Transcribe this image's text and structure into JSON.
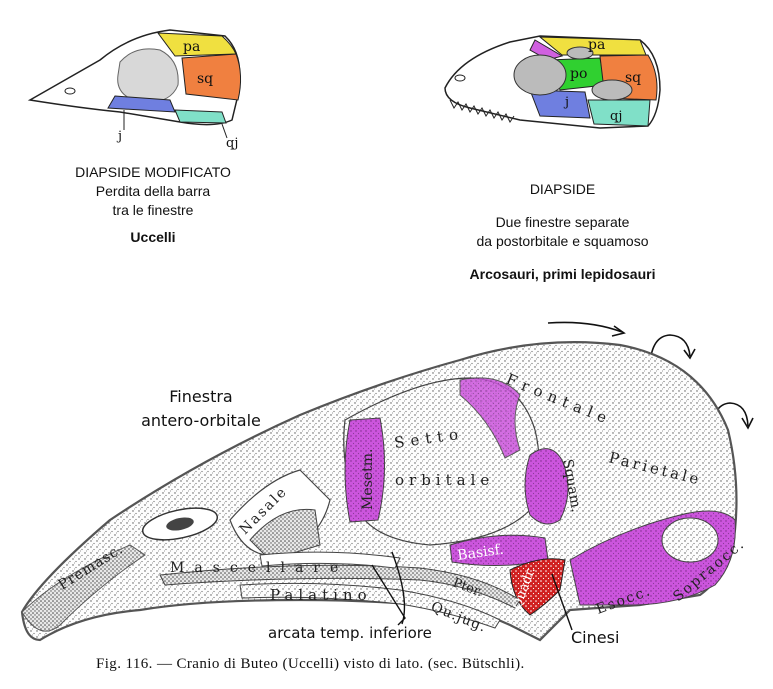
{
  "colors": {
    "parietal": "#f0e040",
    "squamosal": "#f08040",
    "postorbital": "#30d030",
    "jugal": "#6f7fe0",
    "quadratojugal": "#80e0c8",
    "prefrontal": "#d060e0",
    "purple_bone": "#cc55dd",
    "red_bone": "#d02020",
    "stipple": "#555555"
  },
  "left_skull": {
    "labels": {
      "pa": "pa",
      "sq": "sq",
      "j": "j",
      "qj": "qj"
    },
    "title": "DIAPSIDE MODIFICATO",
    "line1": "Perdita della barra",
    "line2": "tra le finestre",
    "group": "Uccelli"
  },
  "right_skull": {
    "labels": {
      "pa": "pa",
      "po": "po",
      "sq": "sq",
      "j": "j",
      "qj": "qj"
    },
    "title": "DIAPSIDE",
    "line1": "Due finestre separate",
    "line2": "da postorbitale e squamoso",
    "group": "Arcosauri, primi lepidosauri"
  },
  "bird_skull": {
    "labels": {
      "frontale": "Frontale",
      "parietale": "Parietale",
      "setto": "Setto",
      "orbitale": "orbitale",
      "mesetm": "Mesetm.",
      "squam": "Squam.",
      "basisf": "Basisf.",
      "quadr": "Quadr.",
      "pter": "Pter.",
      "esocc": "Esocc.",
      "sopraocc": "Sopraocc.",
      "nasale": "Nasale",
      "premasc": "Premasc.",
      "mascellare": "Mascellare",
      "palatino": "Palatino",
      "qujug": "Qu.jug."
    }
  },
  "annotations": {
    "finestra_line1": "Finestra",
    "finestra_line2": "antero-orbitale",
    "arcata": "arcata temp. inferiore",
    "cinesi": "Cinesi"
  },
  "figure_caption": "Fig. 116. — Cranio di Buteo (Uccelli) visto di lato. (sec. Bütschli)."
}
